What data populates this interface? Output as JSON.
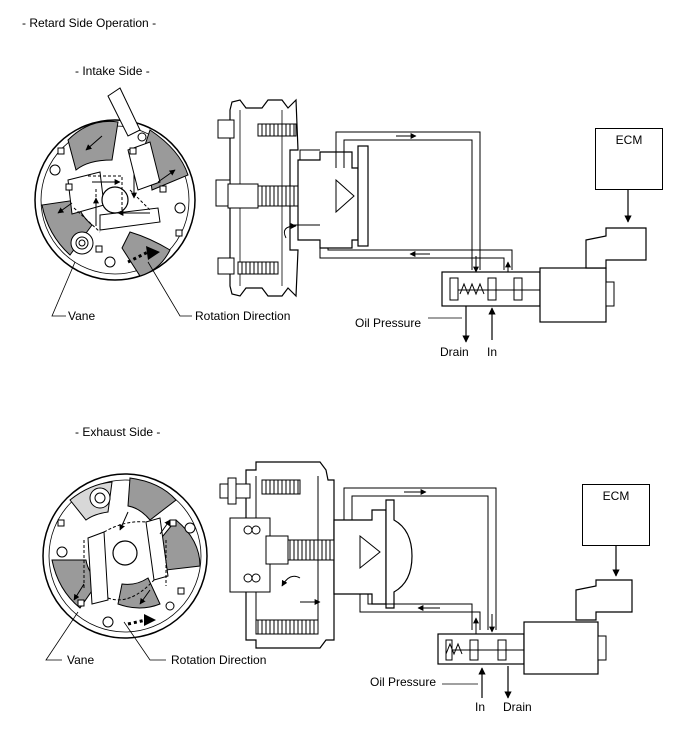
{
  "title": "- Retard Side Operation -",
  "intake": {
    "heading": "- Intake Side -",
    "vane_label": "Vane",
    "rotation_label": "Rotation Direction",
    "ecm_label": "ECM",
    "oil_pressure_label": "Oil Pressure",
    "drain_label": "Drain",
    "in_label": "In"
  },
  "exhaust": {
    "heading": "- Exhaust Side -",
    "vane_label": "Vane",
    "rotation_label": "Rotation Direction",
    "ecm_label": "ECM",
    "oil_pressure_label": "Oil Pressure",
    "in_label": "In",
    "drain_label": "Drain"
  },
  "colors": {
    "line": "#000000",
    "shade": "#9a9a9a",
    "fill": "#ffffff",
    "light": "#d8d8d8"
  }
}
